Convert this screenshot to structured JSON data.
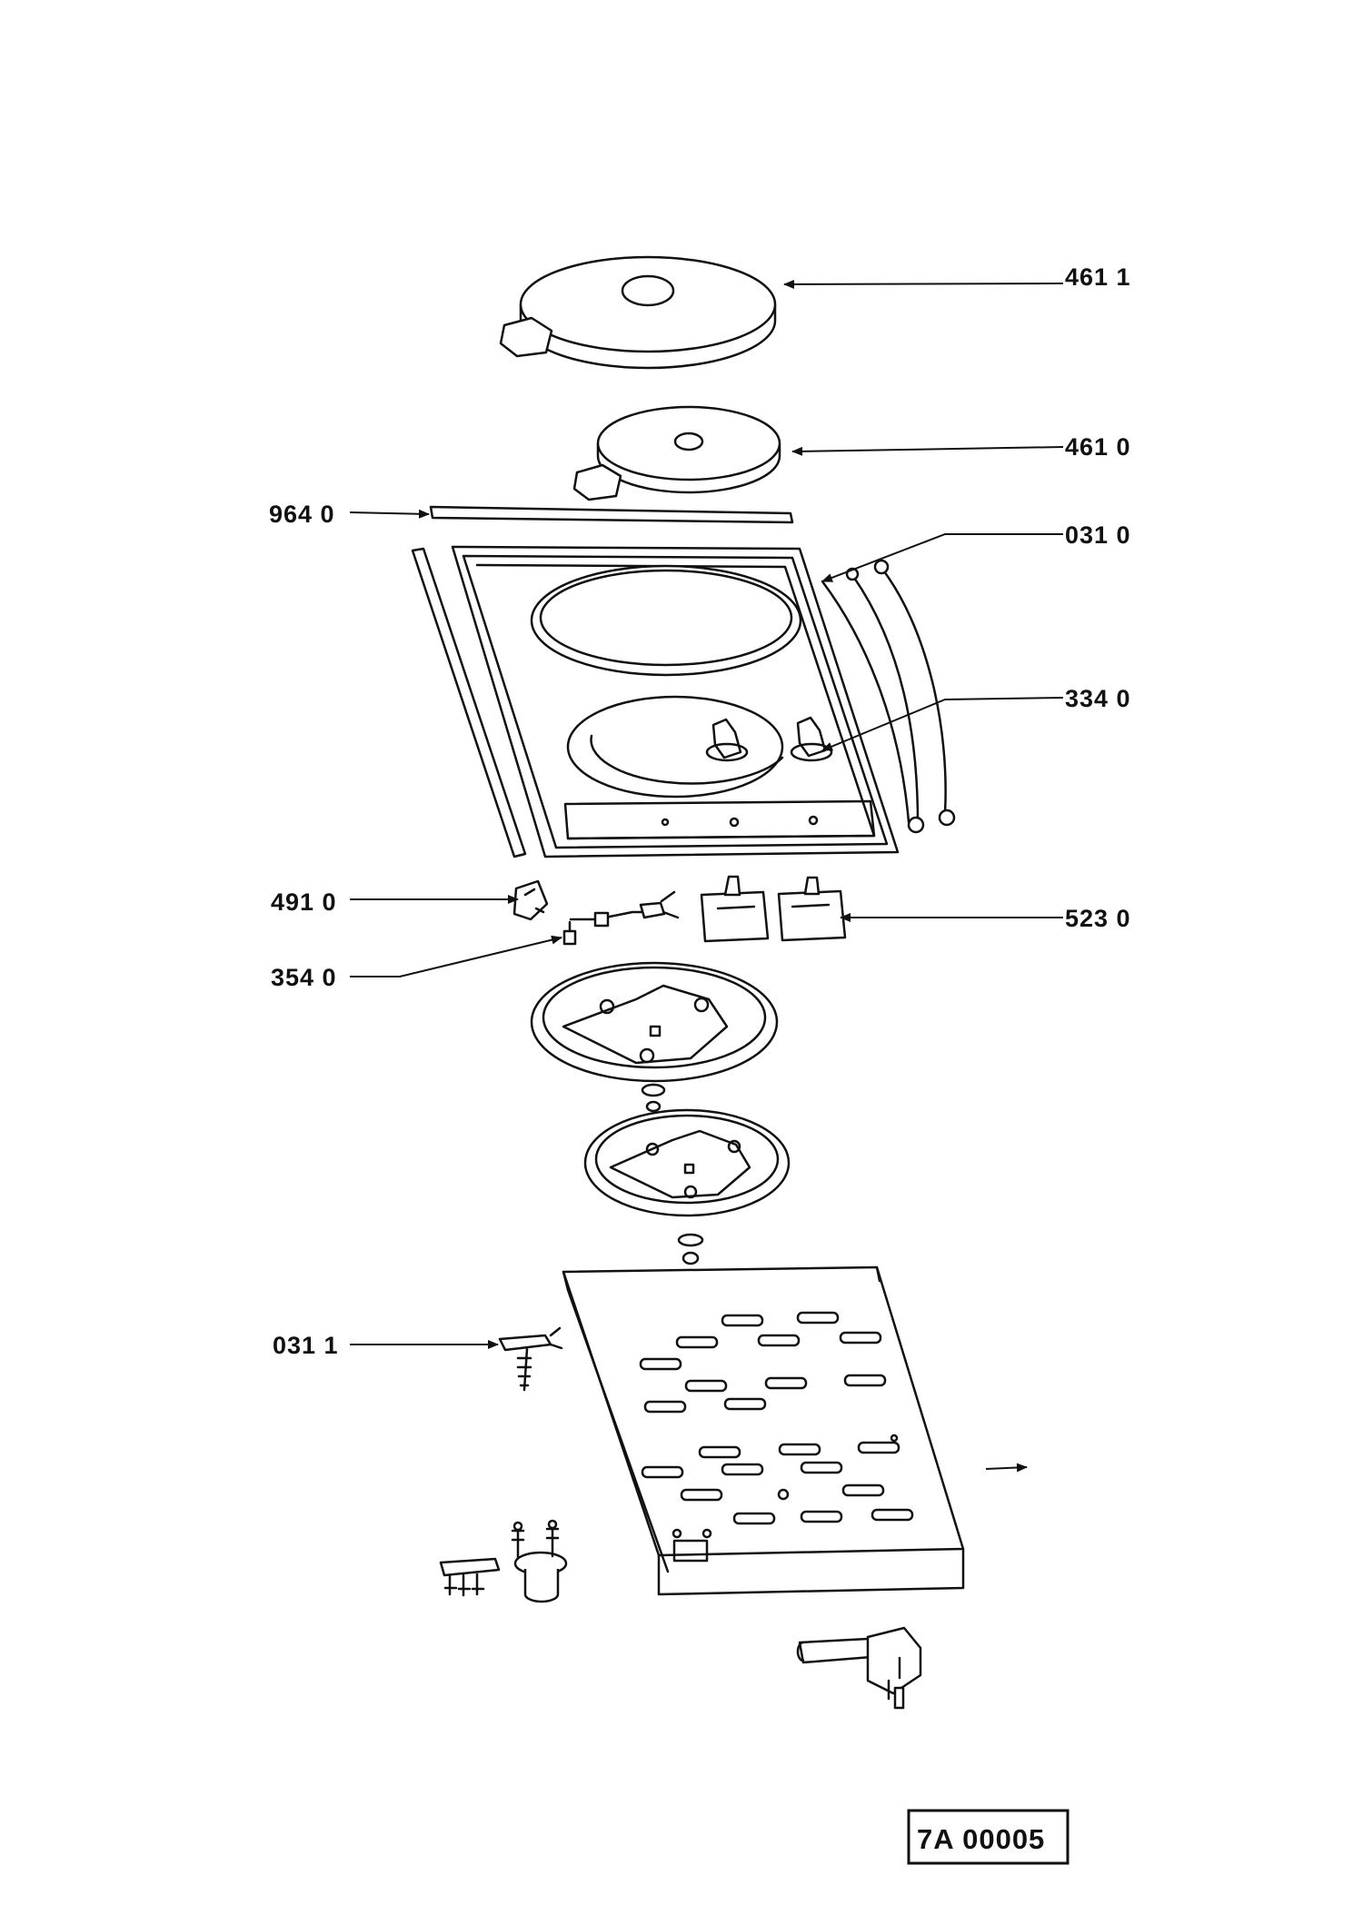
{
  "diagram": {
    "part_labels": {
      "p4611": "461 1",
      "p4610": "461 0",
      "p9640": "964 0",
      "p0310": "031 0",
      "p3340": "334 0",
      "p4910": "491 0",
      "p5230": "523 0",
      "p3540": "354 0",
      "p0311": "031 1"
    },
    "drawing_code": "7A 00005"
  }
}
